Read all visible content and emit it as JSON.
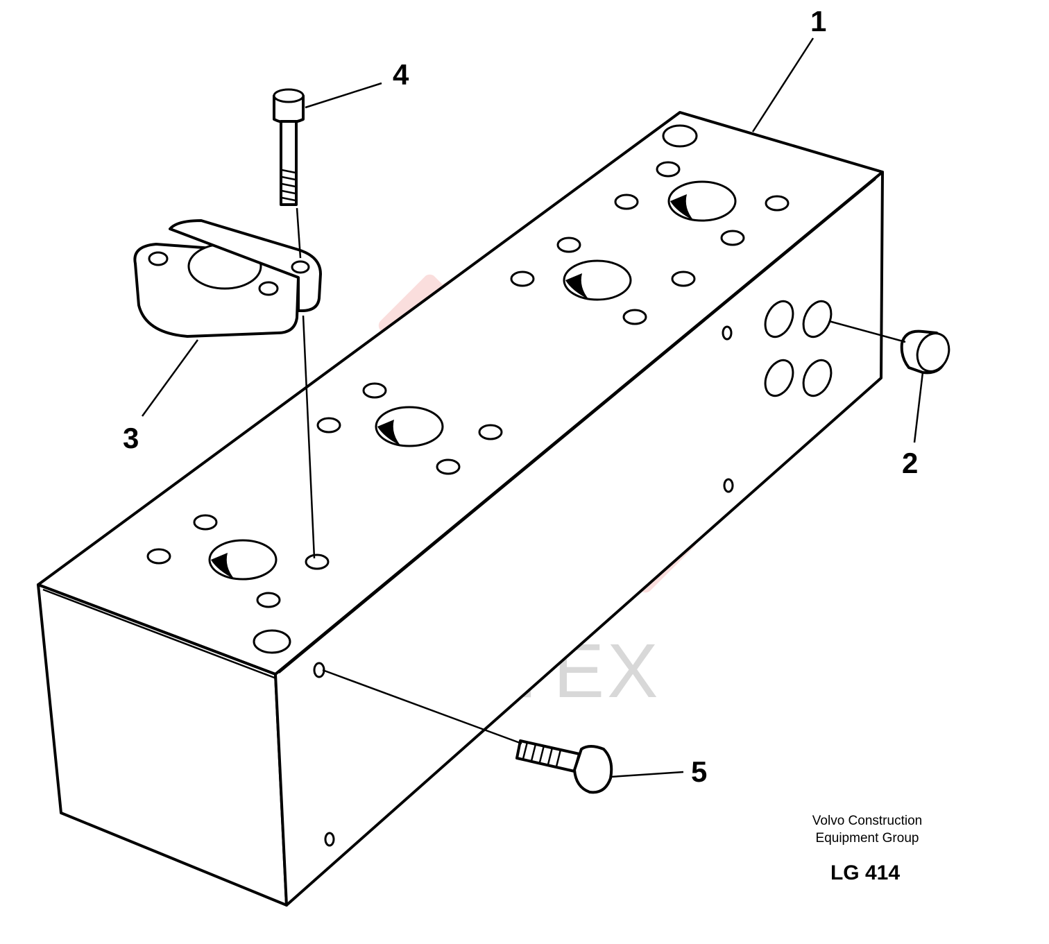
{
  "callouts": [
    {
      "id": "1",
      "label": "1"
    },
    {
      "id": "2",
      "label": "2"
    },
    {
      "id": "3",
      "label": "3"
    },
    {
      "id": "4",
      "label": "4"
    },
    {
      "id": "5",
      "label": "5"
    }
  ],
  "caption": {
    "line1": "Volvo Construction",
    "line2": "Equipment Group",
    "code": "LG 414"
  },
  "watermark": {
    "text": "ИНТЕХ",
    "logo": "gear-logo",
    "color": "#e53935"
  }
}
